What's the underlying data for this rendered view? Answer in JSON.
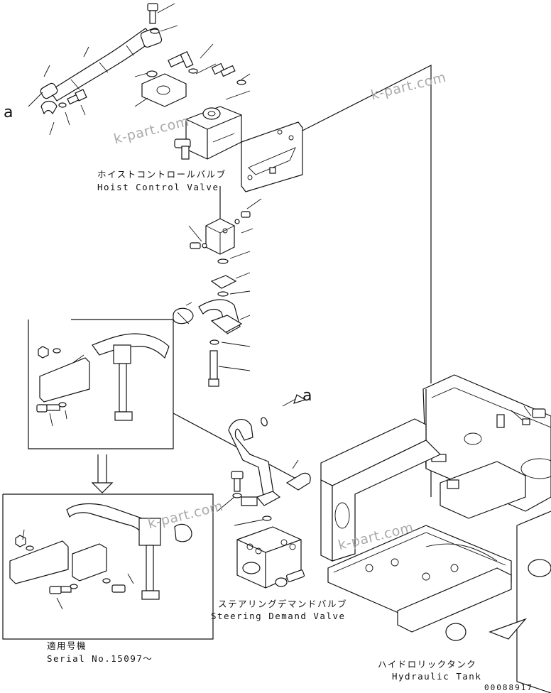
{
  "labels": {
    "hoist_jp": "ホイストコントロールバルブ",
    "hoist_en": "Hoist Control Valve",
    "steering_jp": "ステアリングデマンドバルブ",
    "steering_en": "Steering Demand Valve",
    "serial_jp": "適用号機",
    "serial_en": "Serial No.15097～",
    "tank_jp": "ハイドロリックタンク",
    "tank_en": "Hydraulic Tank",
    "ref_a_left": "a",
    "ref_a_right": "a",
    "drawing_code": "00088917"
  },
  "watermarks": [
    "k-part.com",
    "k-part.com",
    "k-part.com",
    "k-part.com"
  ]
}
